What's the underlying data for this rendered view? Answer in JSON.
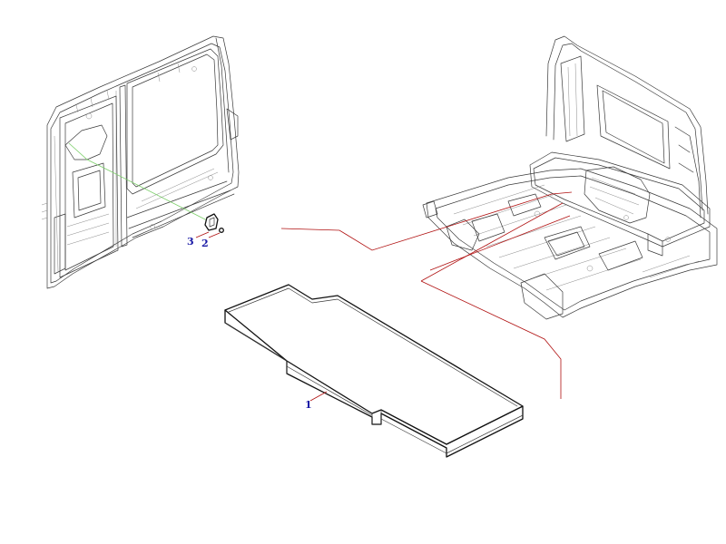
{
  "colors": {
    "callout_text": "#1a1aa6",
    "leader_red": "#b01010",
    "guide_green": "#7ccf6a",
    "line_art": "#3a3a3a"
  },
  "callouts": {
    "part_1": "1",
    "part_2": "2",
    "part_3": "3"
  }
}
